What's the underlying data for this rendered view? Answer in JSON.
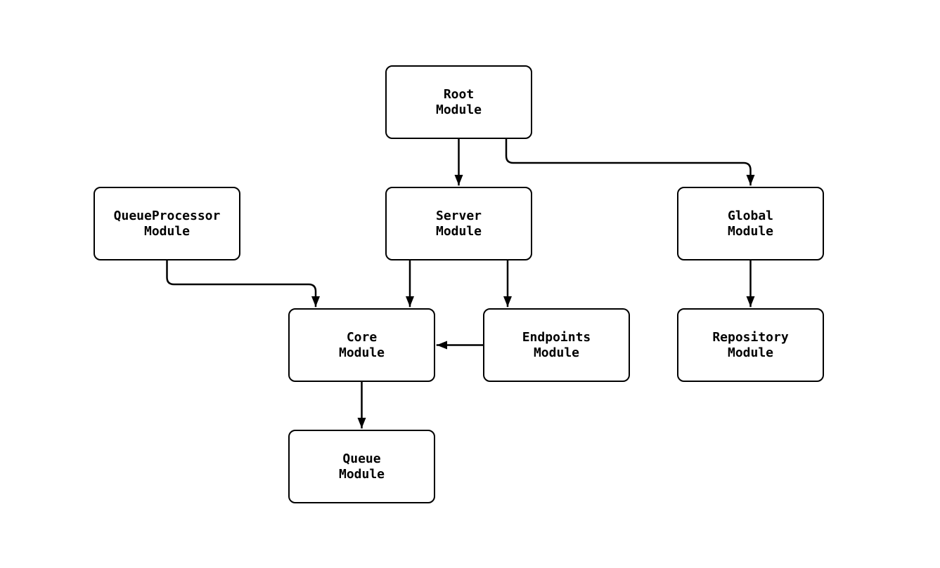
{
  "diagram": {
    "type": "flowchart",
    "background": "#ffffff",
    "colors": {
      "node_fill": "#ffffff",
      "node_border": "#000000",
      "edge": "#000000",
      "text": "#000000"
    },
    "nodes": {
      "root": {
        "label": "Root\nModule"
      },
      "server": {
        "label": "Server\nModule"
      },
      "global": {
        "label": "Global\nModule"
      },
      "queueprocessor": {
        "label": "QueueProcessor\nModule"
      },
      "core": {
        "label": "Core\nModule"
      },
      "endpoints": {
        "label": "Endpoints\nModule"
      },
      "repository": {
        "label": "Repository\nModule"
      },
      "queue": {
        "label": "Queue\nModule"
      }
    },
    "edges": [
      {
        "from": "Root Module",
        "to": "Server Module"
      },
      {
        "from": "Root Module",
        "to": "Global Module"
      },
      {
        "from": "Server Module",
        "to": "Core Module"
      },
      {
        "from": "Server Module",
        "to": "Endpoints Module"
      },
      {
        "from": "QueueProcessor Module",
        "to": "Core Module"
      },
      {
        "from": "Endpoints Module",
        "to": "Core Module"
      },
      {
        "from": "Global Module",
        "to": "Repository Module"
      },
      {
        "from": "Core Module",
        "to": "Queue Module"
      }
    ]
  }
}
